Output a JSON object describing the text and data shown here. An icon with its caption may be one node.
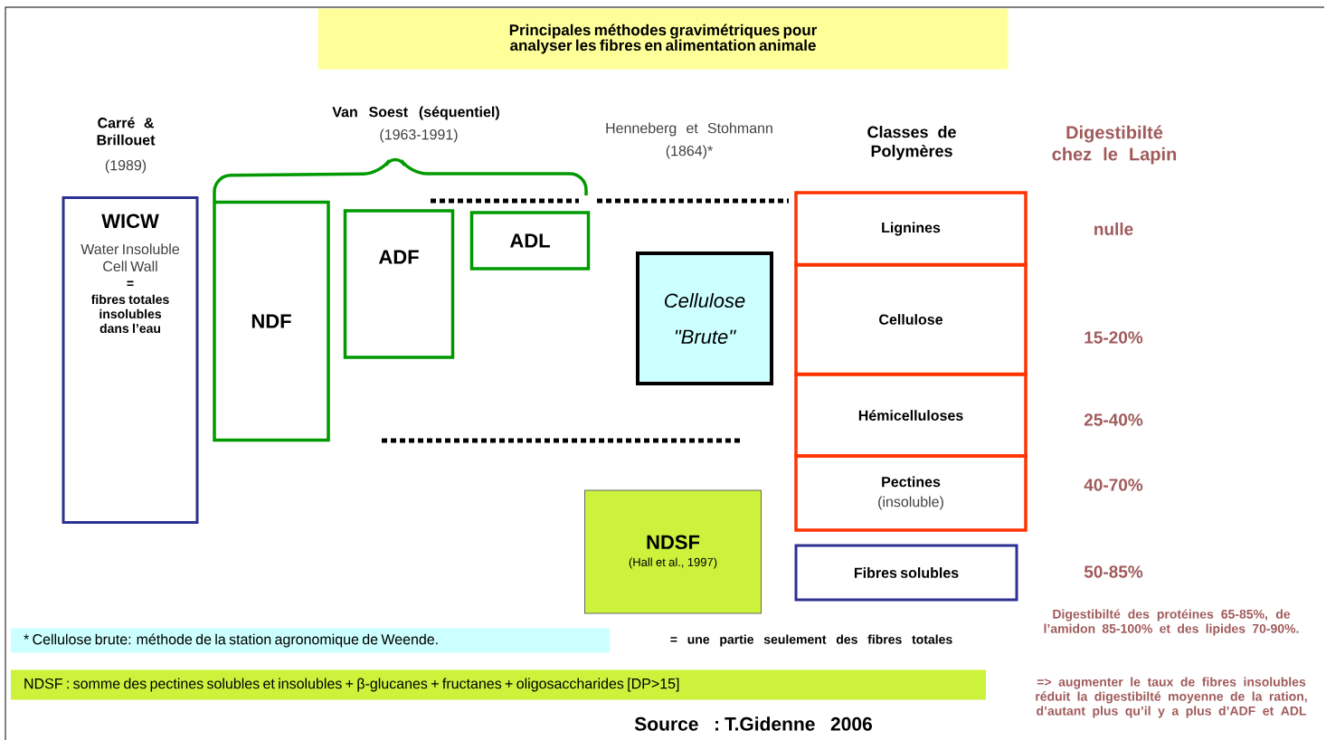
{
  "diagram": {
    "title": "Principales méthodes gravimétriques pour analyser les fibres en alimentation animale",
    "nodes": [
      {
        "text": [
          "WICW",
          "Water Insoluble Cell Wall",
          "=",
          "fibres totales insolubles dans l’eau"
        ]
      },
      {
        "text": [
          "NDF"
        ]
      },
      {
        "text": [
          "ADF"
        ]
      },
      {
        "text": [
          "ADL"
        ]
      },
      {
        "text": [
          "Cellulose",
          "\"Brute\""
        ]
      },
      {
        "text": [
          "Lignines"
        ]
      },
      {
        "text": [
          "Cellulose"
        ]
      },
      {
        "text": [
          "Hémicelluloses"
        ]
      },
      {
        "text": [
          "Pectines",
          "(insoluble)"
        ]
      },
      {
        "text": [
          "NDSF",
          "(Hall et al., 1997)"
        ]
      },
      {
        "text": [
          "Fibres solubles"
        ]
      },
      {
        "text": [
          "* Cellulose brute: méthode de la station agronomique de Weende."
        ]
      },
      {
        "text": [
          "NDSF : somme des pectines solubles et insolubles + β-glucanes + fructanes + oligosaccharides [DP>15]"
        ]
      }
    ],
    "labels": [
      "Carré & Brillouet",
      "(1989)",
      "Van Soest (séquentiel)",
      "(1963-1991)",
      "Henneberg et Stohmann",
      "(1864)*",
      "Classes de Polymères",
      "Digestibilté chez le Lapin",
      "nulle",
      "15-20%",
      "25-40%",
      "40-70%",
      "50-85%",
      "Digestibilté des protéines 65-85%, de l’amidon 85-100% et des lipides 70-90%.",
      "=> augmenter le taux de fibres insolubles réduit la digestibilté moyenne de la ration, d’autant plus qu’il y a plus d’ADF et ADL",
      "= une partie seulement des fibres totales",
      "Source : T.Gidenne 2006"
    ]
  }
}
